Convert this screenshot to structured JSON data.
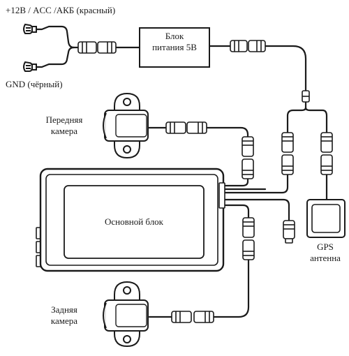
{
  "labels": {
    "power_wire": "+12В / ACC /АКБ (красный)",
    "ground_wire": "GND (чёрный)",
    "power_box_line1": "Блок",
    "power_box_line2": "питания 5В",
    "front_camera_line1": "Передняя",
    "front_camera_line2": "камера",
    "main_unit": "Основной блок",
    "rear_camera_line1": "Задняя",
    "rear_camera_line2": "камера",
    "gps_line1": "GPS",
    "gps_line2": "антенна"
  },
  "colors": {
    "stroke": "#1a1a1a",
    "fill": "#ffffff",
    "shade": "#e6e6e6"
  }
}
